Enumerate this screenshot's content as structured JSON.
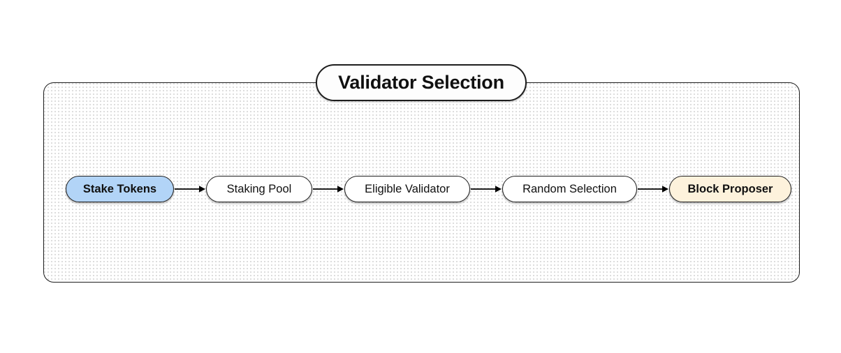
{
  "diagram": {
    "title": "Validator Selection",
    "background_color": "#ffffff",
    "container_border_color": "#1d1d1d",
    "dot_pattern_color": "#dcdcdc",
    "nodes": [
      {
        "id": "stake-tokens",
        "label": "Stake Tokens",
        "fill": "#b2d4f7",
        "bold": true,
        "width": 155
      },
      {
        "id": "staking-pool",
        "label": "Staking Pool",
        "fill": "#ffffff",
        "bold": false,
        "width": 152
      },
      {
        "id": "eligible-validator",
        "label": "Eligible Validator",
        "fill": "#ffffff",
        "bold": false,
        "width": 180
      },
      {
        "id": "random-selection",
        "label": "Random Selection",
        "fill": "#ffffff",
        "bold": false,
        "width": 193
      },
      {
        "id": "block-proposer",
        "label": "Block Proposer",
        "fill": "#fdf2dc",
        "bold": true,
        "width": 175
      }
    ],
    "edges": [
      {
        "from": "stake-tokens",
        "to": "staking-pool",
        "label": ""
      },
      {
        "from": "staking-pool",
        "to": "eligible-validator",
        "label": ""
      },
      {
        "from": "eligible-validator",
        "to": "random-selection",
        "label": ""
      },
      {
        "from": "random-selection",
        "to": "block-proposer",
        "label": ""
      }
    ],
    "arrow_icon_name": "arrow-right-icon",
    "arrow_color": "#000000"
  }
}
